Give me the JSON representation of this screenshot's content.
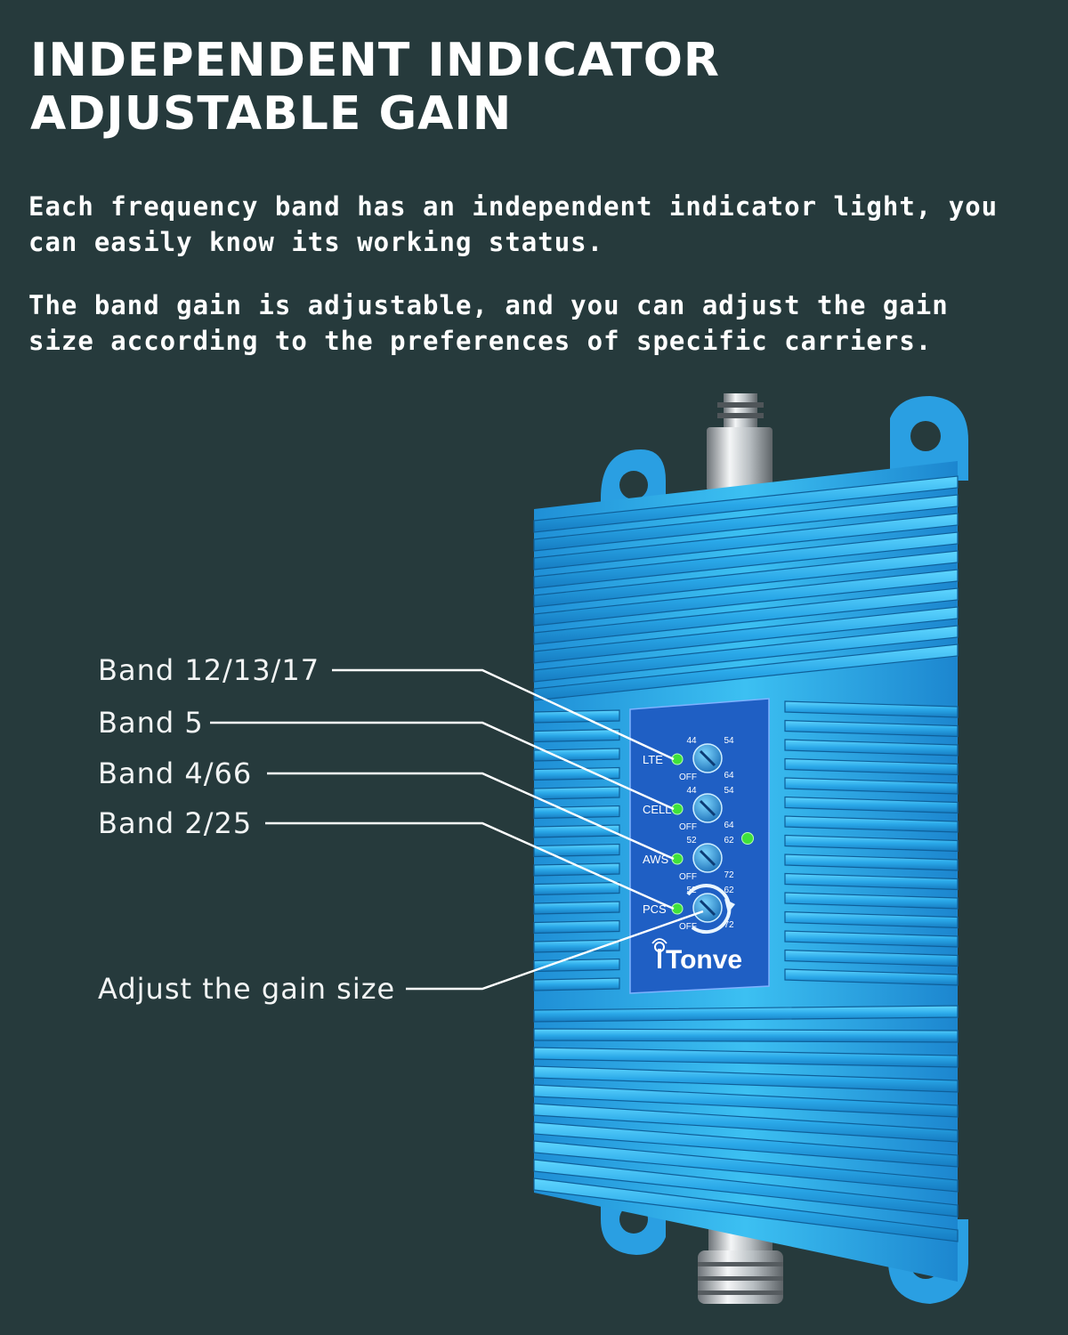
{
  "headline": {
    "line1": "INDEPENDENT INDICATOR",
    "line2": "ADJUSTABLE GAIN"
  },
  "paragraphs": {
    "p1": "Each frequency band has an independent indicator light, you can easily know its working status.",
    "p2": "The band gain is adjustable, and you can adjust the gain size according to the preferences of specific carriers."
  },
  "callouts": {
    "band1": "Band 12/13/17",
    "band2": "Band 5",
    "band3": "Band 4/66",
    "band4": "Band 2/25",
    "adjust": "Adjust the gain size"
  },
  "panel": {
    "brand": "Tonve",
    "knobs": [
      {
        "label": "LTE",
        "low": "44",
        "high": "54",
        "max": "64",
        "off": "OFF"
      },
      {
        "label": "CELL",
        "low": "44",
        "high": "54",
        "max": "64",
        "off": "OFF"
      },
      {
        "label": "AWS",
        "low": "52",
        "high": "62",
        "max": "72",
        "off": "OFF"
      },
      {
        "label": "PCS",
        "low": "52",
        "high": "62",
        "max": "72",
        "off": "OFF"
      }
    ]
  },
  "colors": {
    "background": "#263a3c",
    "device_body": "#2aa8e8",
    "panel": "#1f5fc4",
    "indicator": "#3fe23a"
  },
  "icons": {
    "brand_logo": "antenna-signal-icon",
    "rotate": "rotate-arrow-icon"
  }
}
